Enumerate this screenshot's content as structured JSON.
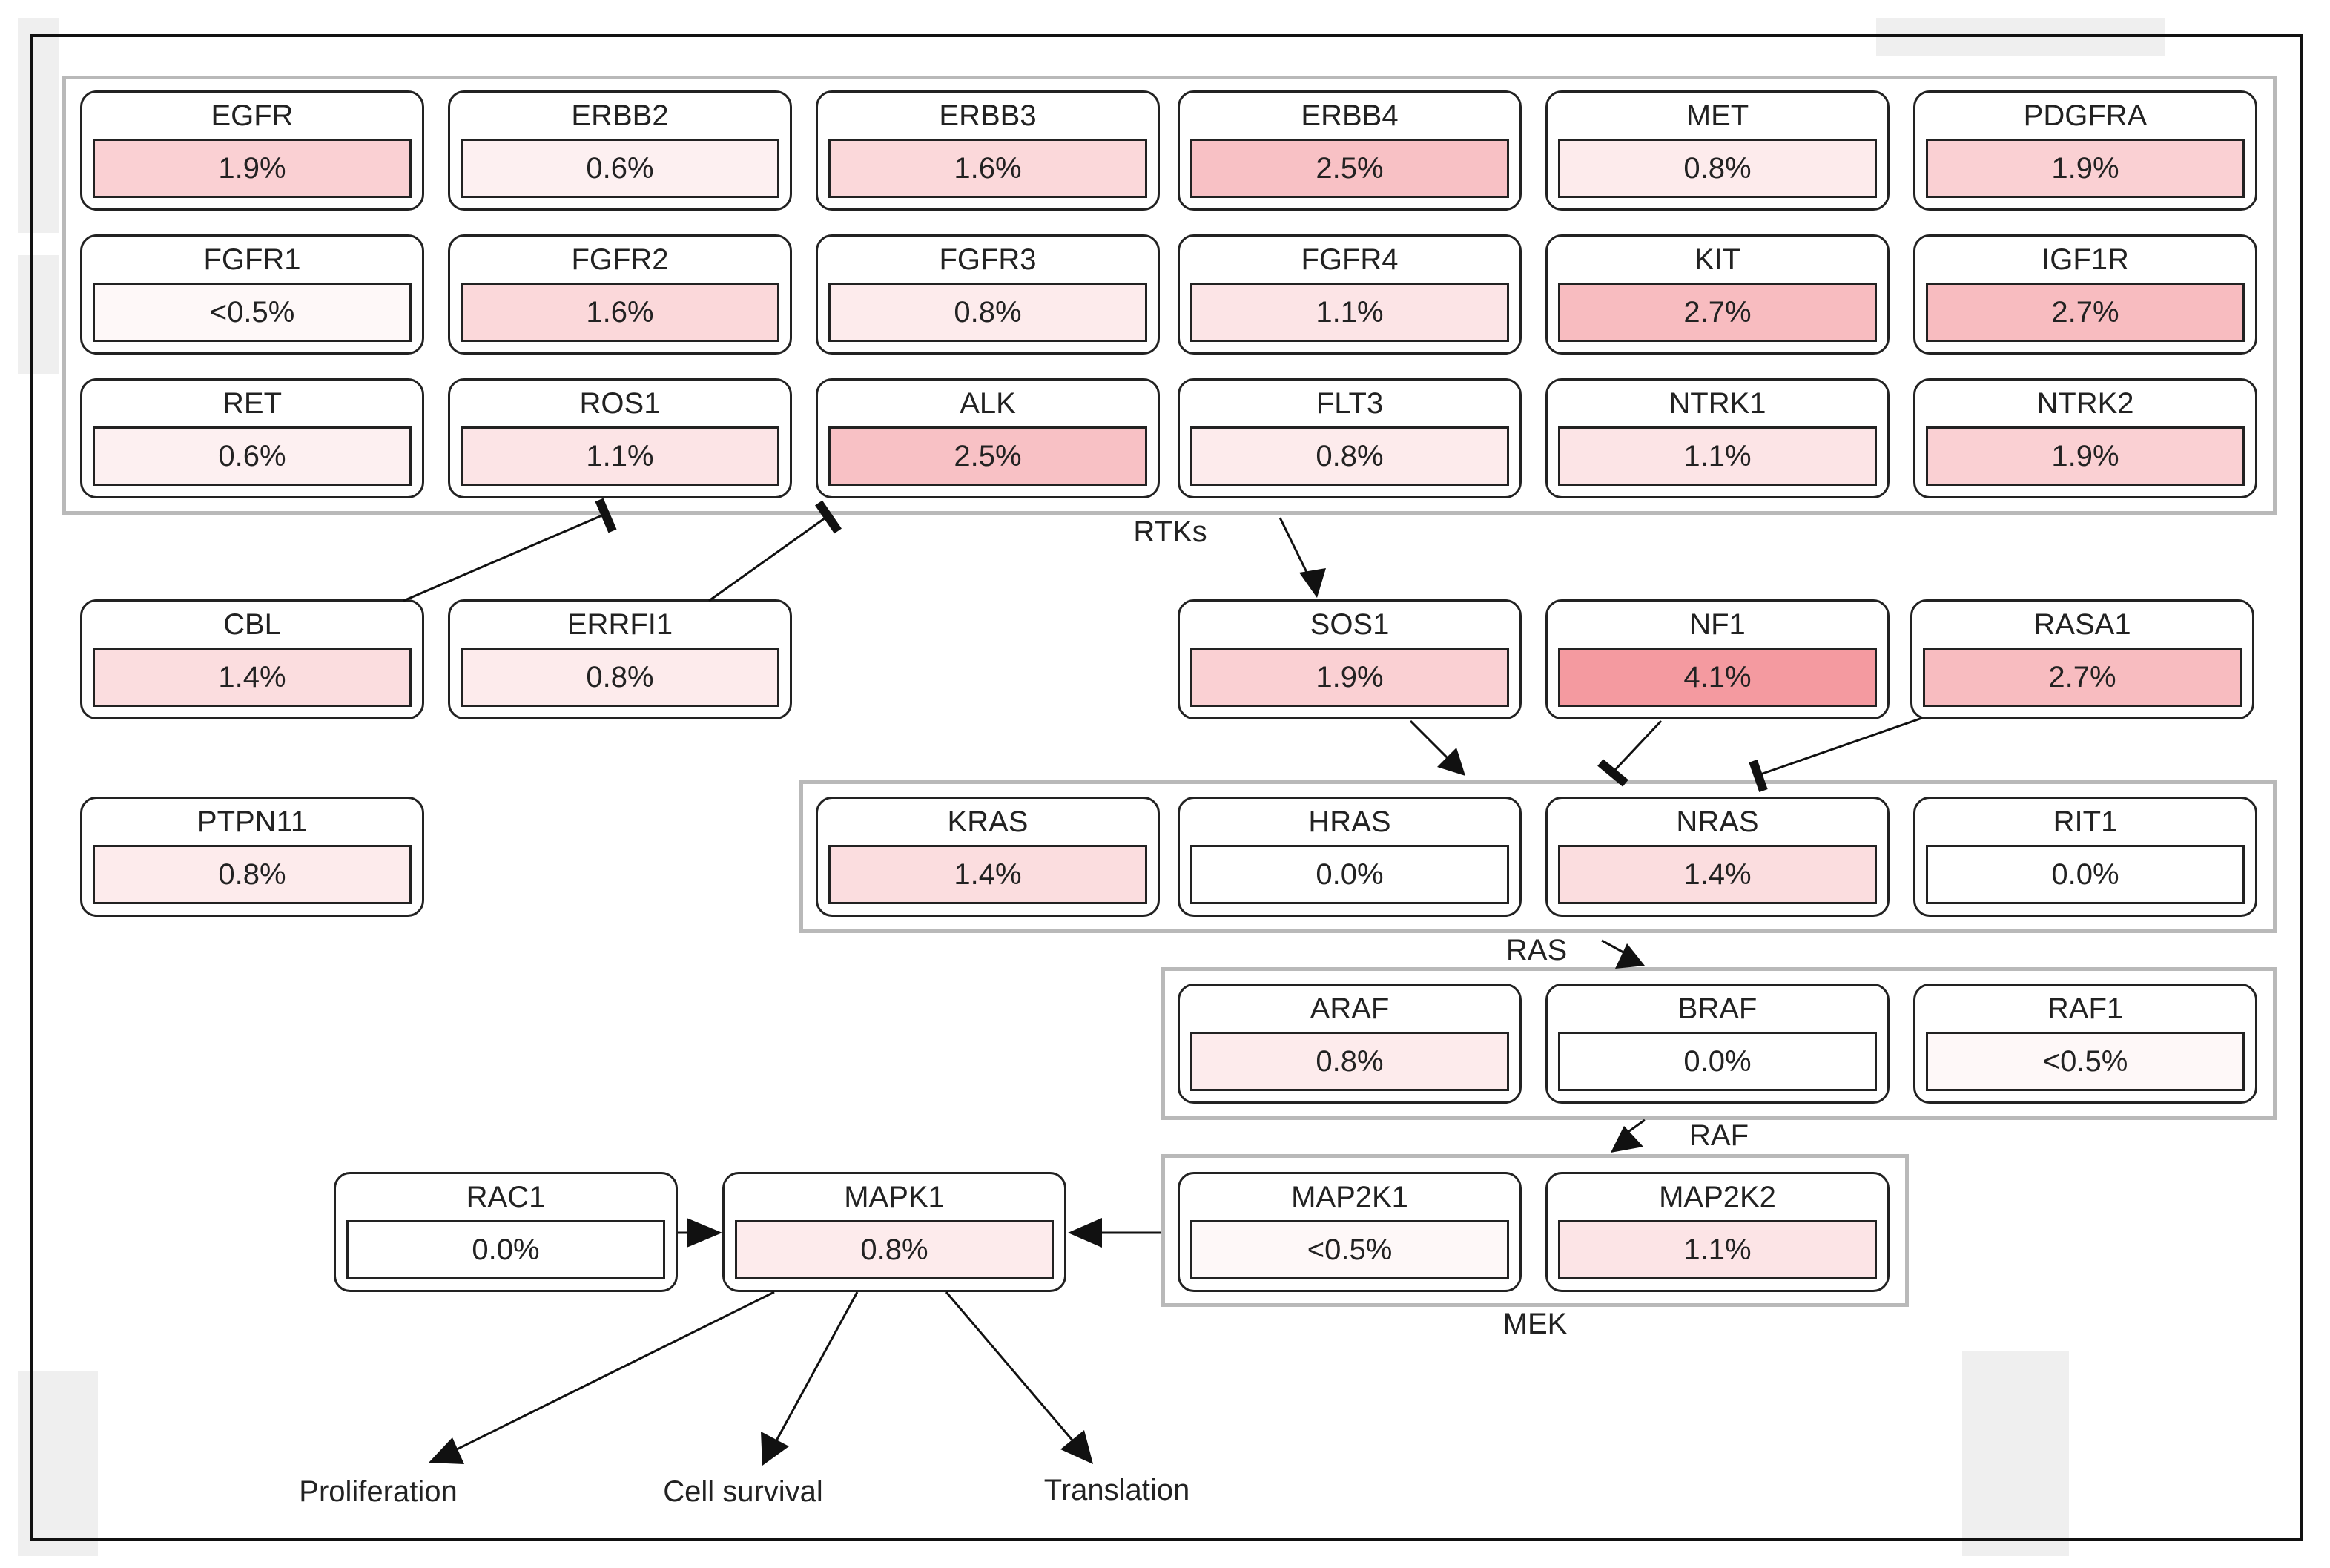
{
  "colors": {
    "frame": "#111111",
    "group_border": "#b9b9b9",
    "node_border": "#222222",
    "edge": "#111111",
    "scale_low": "#ffffff",
    "scale_high": "#f49aa0"
  },
  "groups": {
    "rtks": "RTKs",
    "ras": "RAS",
    "raf": "RAF",
    "mek": "MEK"
  },
  "nodes": {
    "egfr": {
      "name": "EGFR",
      "value": "1.9%",
      "frequency": 1.9
    },
    "erbb2": {
      "name": "ERBB2",
      "value": "0.6%",
      "frequency": 0.6
    },
    "erbb3": {
      "name": "ERBB3",
      "value": "1.6%",
      "frequency": 1.6
    },
    "erbb4": {
      "name": "ERBB4",
      "value": "2.5%",
      "frequency": 2.5
    },
    "met": {
      "name": "MET",
      "value": "0.8%",
      "frequency": 0.8
    },
    "pdgfra": {
      "name": "PDGFRA",
      "value": "1.9%",
      "frequency": 1.9
    },
    "fgfr1": {
      "name": "FGFR1",
      "value": "<0.5%",
      "frequency": 0.3
    },
    "fgfr2": {
      "name": "FGFR2",
      "value": "1.6%",
      "frequency": 1.6
    },
    "fgfr3": {
      "name": "FGFR3",
      "value": "0.8%",
      "frequency": 0.8
    },
    "fgfr4": {
      "name": "FGFR4",
      "value": "1.1%",
      "frequency": 1.1
    },
    "kit": {
      "name": "KIT",
      "value": "2.7%",
      "frequency": 2.7
    },
    "igf1r": {
      "name": "IGF1R",
      "value": "2.7%",
      "frequency": 2.7
    },
    "ret": {
      "name": "RET",
      "value": "0.6%",
      "frequency": 0.6
    },
    "ros1": {
      "name": "ROS1",
      "value": "1.1%",
      "frequency": 1.1
    },
    "alk": {
      "name": "ALK",
      "value": "2.5%",
      "frequency": 2.5
    },
    "flt3": {
      "name": "FLT3",
      "value": "0.8%",
      "frequency": 0.8
    },
    "ntrk1": {
      "name": "NTRK1",
      "value": "1.1%",
      "frequency": 1.1
    },
    "ntrk2": {
      "name": "NTRK2",
      "value": "1.9%",
      "frequency": 1.9
    },
    "cbl": {
      "name": "CBL",
      "value": "1.4%",
      "frequency": 1.4
    },
    "errfi1": {
      "name": "ERRFI1",
      "value": "0.8%",
      "frequency": 0.8
    },
    "sos1": {
      "name": "SOS1",
      "value": "1.9%",
      "frequency": 1.9
    },
    "nf1": {
      "name": "NF1",
      "value": "4.1%",
      "frequency": 4.1
    },
    "rasa1": {
      "name": "RASA1",
      "value": "2.7%",
      "frequency": 2.7
    },
    "ptpn11": {
      "name": "PTPN11",
      "value": "0.8%",
      "frequency": 0.8
    },
    "kras": {
      "name": "KRAS",
      "value": "1.4%",
      "frequency": 1.4
    },
    "hras": {
      "name": "HRAS",
      "value": "0.0%",
      "frequency": 0.0
    },
    "nras": {
      "name": "NRAS",
      "value": "1.4%",
      "frequency": 1.4
    },
    "rit1": {
      "name": "RIT1",
      "value": "0.0%",
      "frequency": 0.0
    },
    "araf": {
      "name": "ARAF",
      "value": "0.8%",
      "frequency": 0.8
    },
    "braf": {
      "name": "BRAF",
      "value": "0.0%",
      "frequency": 0.0
    },
    "raf1": {
      "name": "RAF1",
      "value": "<0.5%",
      "frequency": 0.3
    },
    "rac1": {
      "name": "RAC1",
      "value": "0.0%",
      "frequency": 0.0
    },
    "mapk1": {
      "name": "MAPK1",
      "value": "0.8%",
      "frequency": 0.8
    },
    "map2k1": {
      "name": "MAP2K1",
      "value": "<0.5%",
      "frequency": 0.3
    },
    "map2k2": {
      "name": "MAP2K2",
      "value": "1.1%",
      "frequency": 1.1
    }
  },
  "outcomes": {
    "proliferation": "Proliferation",
    "cell_survival": "Cell survival",
    "translation": "Translation"
  },
  "edges": [
    {
      "from": "rtks",
      "to": "sos1",
      "type": "activation"
    },
    {
      "from": "sos1",
      "to": "ras",
      "type": "activation"
    },
    {
      "from": "nf1",
      "to": "ras",
      "type": "inhibition"
    },
    {
      "from": "rasa1",
      "to": "ras",
      "type": "inhibition"
    },
    {
      "from": "cbl",
      "to": "rtks",
      "type": "inhibition"
    },
    {
      "from": "errfi1",
      "to": "rtks",
      "type": "inhibition"
    },
    {
      "from": "ras",
      "to": "raf",
      "type": "activation"
    },
    {
      "from": "raf",
      "to": "mek",
      "type": "activation"
    },
    {
      "from": "mek",
      "to": "mapk1",
      "type": "activation"
    },
    {
      "from": "rac1",
      "to": "mapk1",
      "type": "activation"
    },
    {
      "from": "mapk1",
      "to": "proliferation",
      "type": "activation"
    },
    {
      "from": "mapk1",
      "to": "cell_survival",
      "type": "activation"
    },
    {
      "from": "mapk1",
      "to": "translation",
      "type": "activation"
    }
  ]
}
